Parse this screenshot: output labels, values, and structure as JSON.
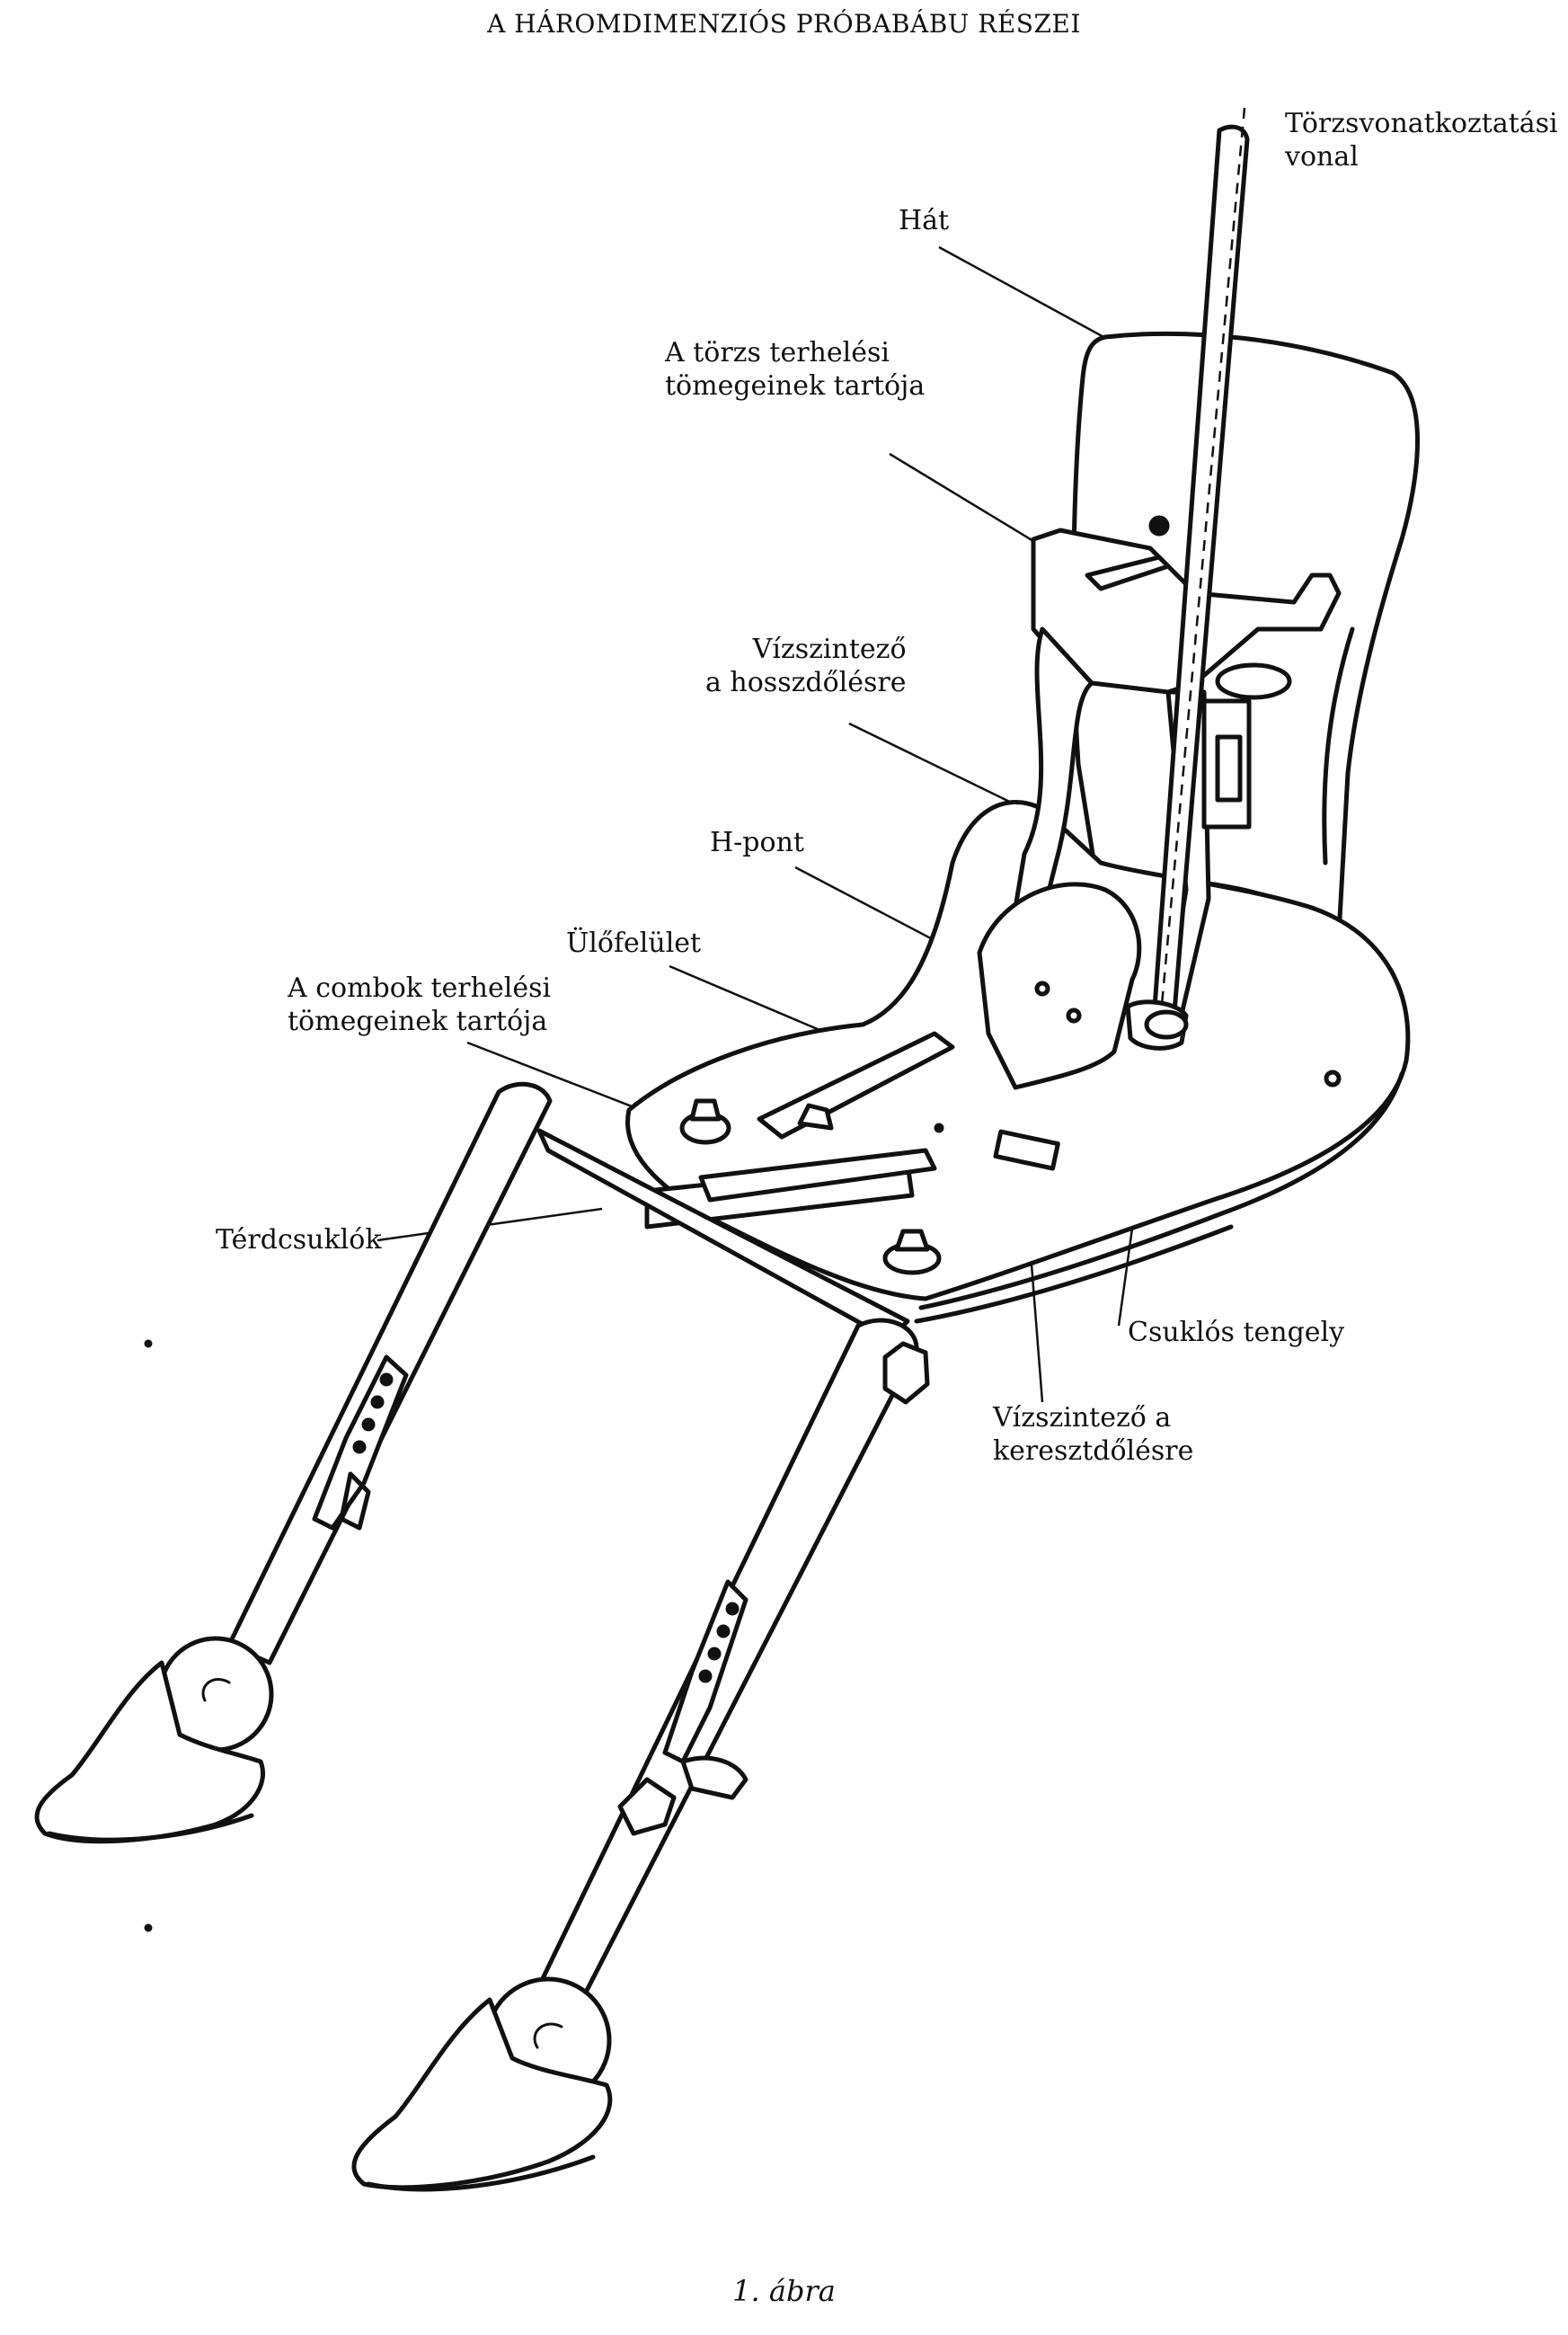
{
  "header": {
    "title": "A HÁROMDIMENZIÓS PRÓBABÁBU RÉSZEI"
  },
  "labels": {
    "torso_reference_line": [
      "Törzsvonatkoztatási",
      "vonal"
    ],
    "back": [
      "Hát"
    ],
    "torso_weight_holder": [
      "A törzs terhelési",
      "tömegeinek tartója"
    ],
    "longitudinal_level": [
      "Vízszintező",
      "a hosszdőlésre"
    ],
    "h_point": [
      "H-pont"
    ],
    "seat_pan": [
      "Ülőfelület"
    ],
    "thigh_weight_holder": [
      "A combok terhelési",
      "tömegeinek tartója"
    ],
    "knee_joints": [
      "Térdcsuklók"
    ],
    "hinge_shaft": [
      "Csuklós tengely"
    ],
    "lateral_level": [
      "Vízszintező a",
      "keresztdőlésre"
    ]
  },
  "caption": "1. ábra"
}
